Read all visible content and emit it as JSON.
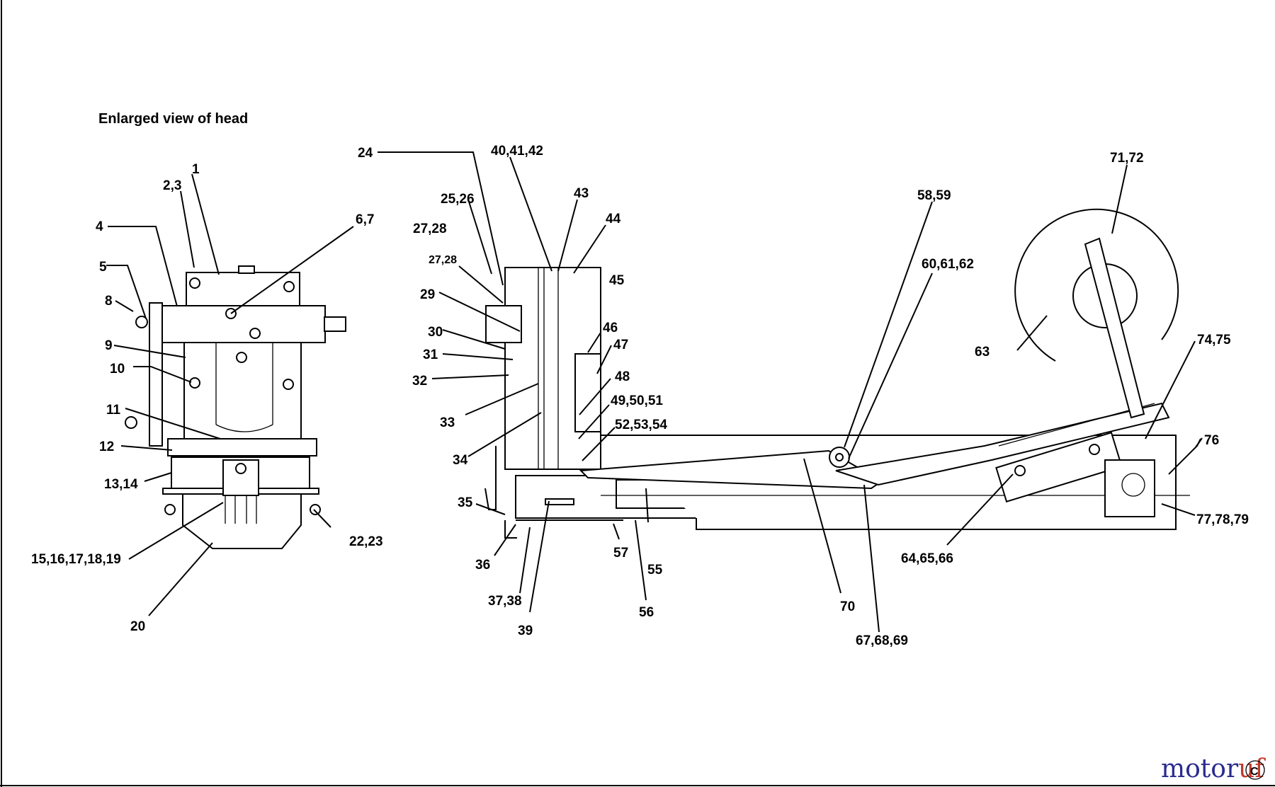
{
  "title": "Enlarged view of head",
  "watermark": {
    "part1": "motor",
    "part2": "uf"
  },
  "labels": {
    "l1": "1",
    "l2_3": "2,3",
    "l4": "4",
    "l5": "5",
    "l6_7": "6,7",
    "l8": "8",
    "l9": "9",
    "l10": "10",
    "l11": "11",
    "l12": "12",
    "l13_14": "13,14",
    "l15_19": "15,16,17,18,19",
    "l20": "20",
    "l22_23": "22,23",
    "l24": "24",
    "l25_26": "25,26",
    "l27_28a": "27,28",
    "l27_28b": "27,28",
    "l29": "29",
    "l30": "30",
    "l31": "31",
    "l32": "32",
    "l33": "33",
    "l34": "34",
    "l35": "35",
    "l36": "36",
    "l37_38": "37,38",
    "l39": "39",
    "l40_42": "40,41,42",
    "l43": "43",
    "l44": "44",
    "l45": "45",
    "l46": "46",
    "l47": "47",
    "l48": "48",
    "l49_51": "49,50,51",
    "l52_54": "52,53,54",
    "l55": "55",
    "l56": "56",
    "l57": "57",
    "l58_59": "58,59",
    "l60_62": "60,61,62",
    "l63": "63",
    "l64_66": "64,65,66",
    "l67_69": "67,68,69",
    "l70": "70",
    "l71_72": "71,72",
    "l74_75": "74,75",
    "l76": "76",
    "l77_79": "77,78,79"
  }
}
